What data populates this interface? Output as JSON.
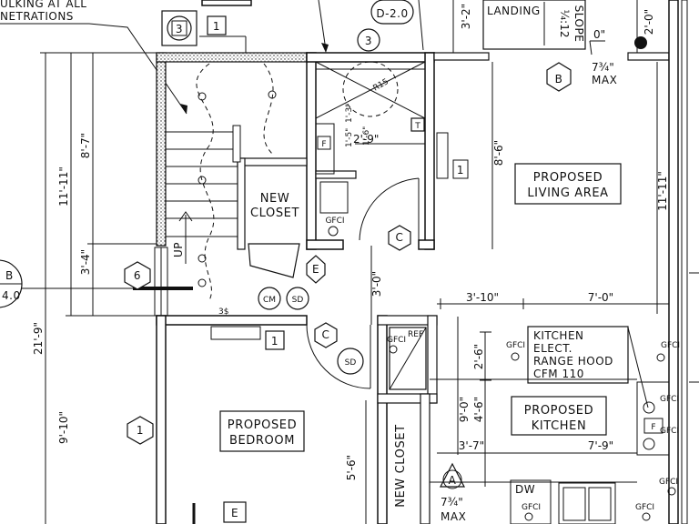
{
  "notes": {
    "top_left_line1": "ULKING AT ALL",
    "top_left_line2": "NETRATIONS",
    "landing": "LANDING",
    "slope": "SLOPE",
    "slope_ratio": "¼:12",
    "max_height": "7¾\"",
    "max_word": "MAX",
    "max_height_2": "7¾\"",
    "max_word_2": "MAX"
  },
  "rooms": {
    "living": {
      "line1": "PROPOSED",
      "line2": "LIVING AREA"
    },
    "bedroom": {
      "line1": "PROPOSED",
      "line2": "BEDROOM"
    },
    "kitchen": {
      "line1": "PROPOSED",
      "line2": "KITCHEN"
    },
    "new_closet_1": {
      "line1": "NEW",
      "line2": "CLOSET"
    },
    "new_closet_2": "NEW CLOSET"
  },
  "kitchen_note": {
    "line1": "KITCHEN",
    "line2": "ELECT.",
    "line3": "RANGE HOOD",
    "line4": "CFM 110"
  },
  "tags": {
    "door_d2": "D-2.0",
    "tag_3a": "3",
    "tag_3b": "3",
    "tag_1_top": "1",
    "tag_1_living": "1",
    "tag_1_bed": "1",
    "hex_1": "1",
    "hex_6": "6",
    "hex_b": "B",
    "hex_c1": "C",
    "hex_c2": "C",
    "hex_e1": "E",
    "tag_e2": "E",
    "tri_a": "A",
    "left_b": "B",
    "left_40": "4.0",
    "cm": "CM",
    "sd1": "SD",
    "sd2": "SD",
    "t_box": "T",
    "f_box": "F",
    "f_box2": "F",
    "r15": "R15",
    "up": "UP",
    "gfci_bath": "GFCI",
    "gfci_hall": "GFCI",
    "ref": "REF",
    "gfci_k1": "GFCI",
    "gfci_k2": "GFCI",
    "gfci_k3": "GFCI",
    "gfci_k4": "GFCI",
    "gfci_k5": "GFCI",
    "gfci_dw": "GFCI",
    "gfci_bottom": "GFCI",
    "dw": "DW"
  },
  "dimensions": {
    "d_3_2": "3'-2\"",
    "d_2_0_top": "2'-0\"",
    "d_0": "0\"",
    "d_11_11_left": "11'-11\"",
    "d_8_7": "8'-7\"",
    "d_3_4": "3'-4\"",
    "d_21_9": "21'-9\"",
    "d_9_10": "9'-10\"",
    "d_2_9": "2'-9\"",
    "d_1_3": "1'-3\"",
    "d_1_5": "1'-5\"",
    "d_1_6": "1'-6\"",
    "d_8_6": "8'-6\"",
    "d_11_11_right": "11'-11\"",
    "d_3_0": "3'-0\"",
    "d_3_10": "3'-10\"",
    "d_7_0": "7'-0\"",
    "d_2_6": "2'-6\"",
    "d_9_0": "9'-0\"",
    "d_4_6": "4'-6\"",
    "d_3_7": "3'-7\"",
    "d_7_9": "7'-9\"",
    "d_5_6": "5'-6\""
  }
}
